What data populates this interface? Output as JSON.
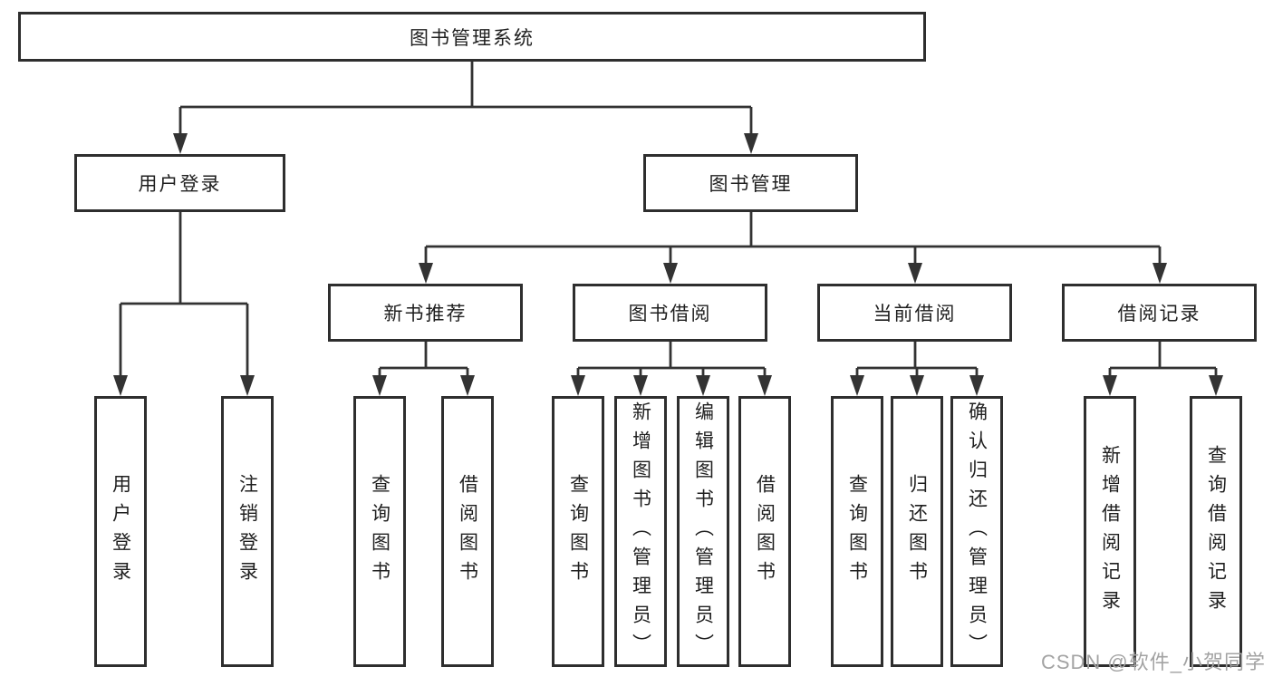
{
  "tree": {
    "root": {
      "label": "图书管理系统"
    },
    "children": [
      {
        "label": "用户登录",
        "children": [
          {
            "label": "用户登录"
          },
          {
            "label": "注销登录"
          }
        ]
      },
      {
        "label": "图书管理",
        "children": [
          {
            "label": "新书推荐",
            "children": [
              {
                "label": "查询图书"
              },
              {
                "label": "借阅图书"
              }
            ]
          },
          {
            "label": "图书借阅",
            "children": [
              {
                "label": "查询图书"
              },
              {
                "label": "新增图书（管理员）"
              },
              {
                "label": "编辑图书（管理员）"
              },
              {
                "label": "借阅图书"
              }
            ]
          },
          {
            "label": "当前借阅",
            "children": [
              {
                "label": "查询图书"
              },
              {
                "label": "归还图书"
              },
              {
                "label": "确认归还（管理员）"
              }
            ]
          },
          {
            "label": "借阅记录",
            "children": [
              {
                "label": "新增借阅记录"
              },
              {
                "label": "查询借阅记录"
              }
            ]
          }
        ]
      }
    ]
  },
  "watermark": "CSDN @软件_小贺同学",
  "colors": {
    "line": "#333333",
    "box_border": "#2e2e2e",
    "text": "#1f1f1f",
    "watermark": "#a3a3a3",
    "background": "#ffffff"
  }
}
